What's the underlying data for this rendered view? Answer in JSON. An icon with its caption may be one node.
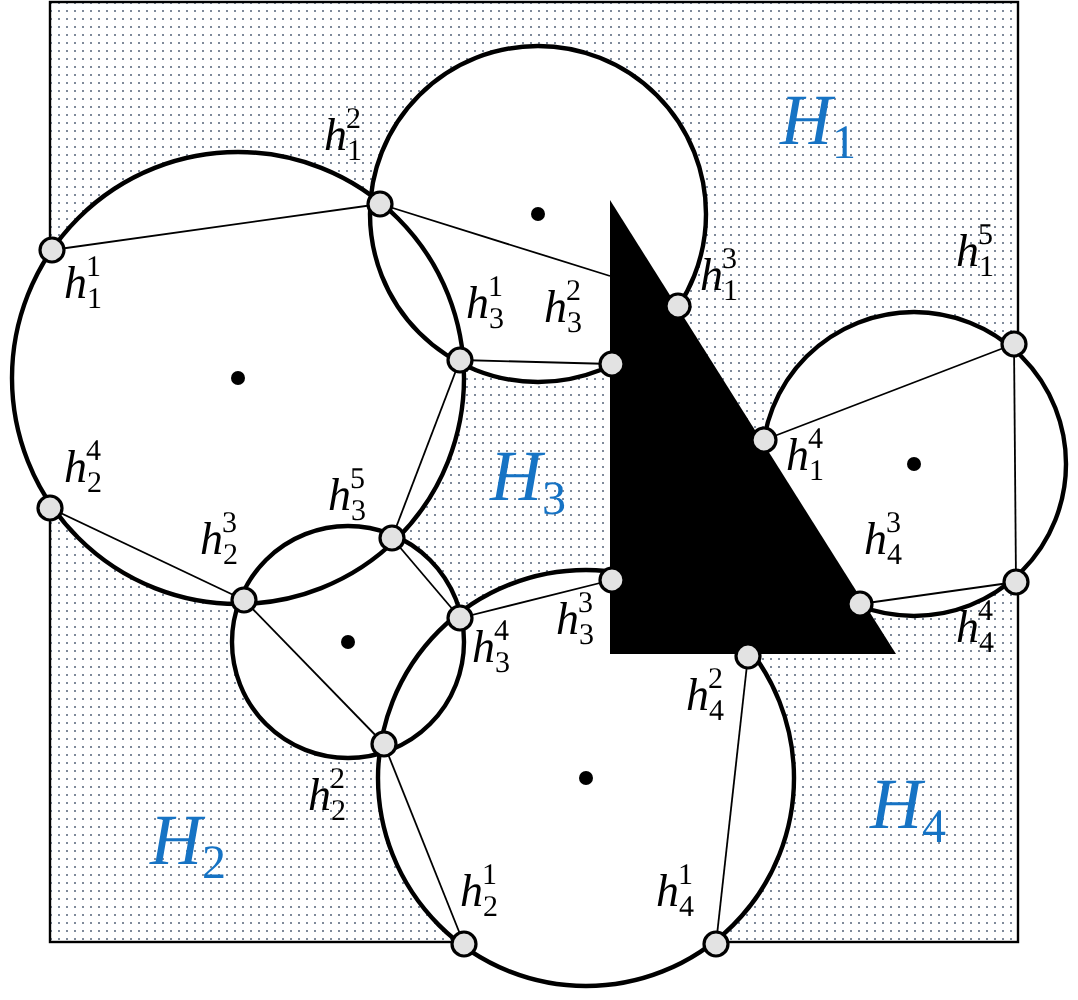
{
  "diagram": {
    "labels": [
      "*h*$_{1}$$^{2}$",
      "*H*$_{1}$",
      "*h*$_{1}$$^{1}$",
      "*h*$_{1}$$^{3}$",
      "*h*$_{3}$$^{1}$",
      "*h*$_{3}$$^{2}$",
      "*h*$_{1}$$^{5}$",
      "*h*$_{2}$$^{4}$",
      "*h*$_{3}$$^{5}$",
      "*H*$_{3}$",
      "*h*$_{1}$$^{4}$",
      "*h*$_{2}$$^{3}$",
      "*h*$_{4}$$^{3}$",
      "*h*$_{3}$$^{3}$",
      "*h*$_{3}$$^{4}$",
      "*h*$_{4}$$^{4}$",
      "*h*$_{4}$$^{2}$",
      "*h*$_{2}$$^{2}$",
      "*H*$_{4}$",
      "*H*$_{2}$",
      "*h*$_{2}$$^{1}$",
      "*h*$_{4}$$^{1}$"
    ]
  }
}
